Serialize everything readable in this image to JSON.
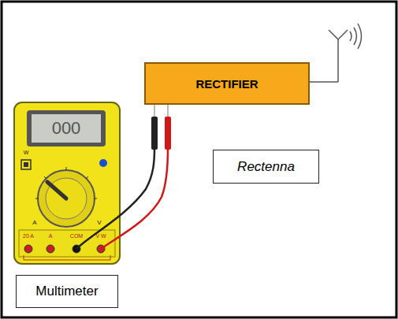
{
  "diagram": {
    "nodes": [
      {
        "text": [
          "RECTIFIER"
        ]
      },
      {
        "text": [
          "Rectenna"
        ]
      },
      {
        "text": [
          "Multimeter"
        ]
      }
    ],
    "labels": [
      "000",
      "W",
      "A",
      "V",
      "20 A",
      "A",
      "COM",
      "V W"
    ]
  }
}
